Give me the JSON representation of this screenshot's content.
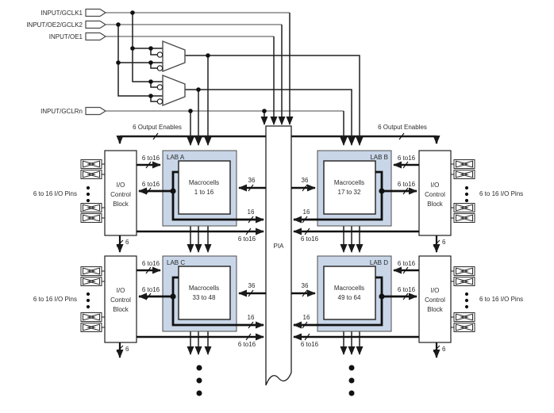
{
  "diagram": {
    "inputs": [
      {
        "label": "INPUT/GCLK1"
      },
      {
        "label": "INPUT/OE2/GCLK2"
      },
      {
        "label": "INPUT/OE1"
      },
      {
        "label": "INPUT/GCLRn"
      }
    ],
    "oe_label": "6 Output Enables",
    "pia_label": "PIA",
    "ioc": {
      "l1": "I/O",
      "l2": "Control",
      "l3": "Block"
    },
    "io_pins_label": "6 to 16 I/O Pins",
    "labs": [
      {
        "name": "LAB A",
        "mc1": "Macrocells",
        "mc2": "1 to 16"
      },
      {
        "name": "LAB B",
        "mc1": "Macrocells",
        "mc2": "17 to 32"
      },
      {
        "name": "LAB C",
        "mc1": "Macrocells",
        "mc2": "33 to 48"
      },
      {
        "name": "LAB D",
        "mc1": "Macrocells",
        "mc2": "49 to 64"
      }
    ],
    "bus": {
      "b36": "36",
      "b16": "16",
      "b6to16": "6 to16",
      "b6": "6"
    },
    "colors": {
      "lab_fill": "#c9d6e8",
      "wire_gray": "#6e6e6e",
      "wire_black": "#1a1a1a",
      "background": "#ffffff"
    }
  }
}
